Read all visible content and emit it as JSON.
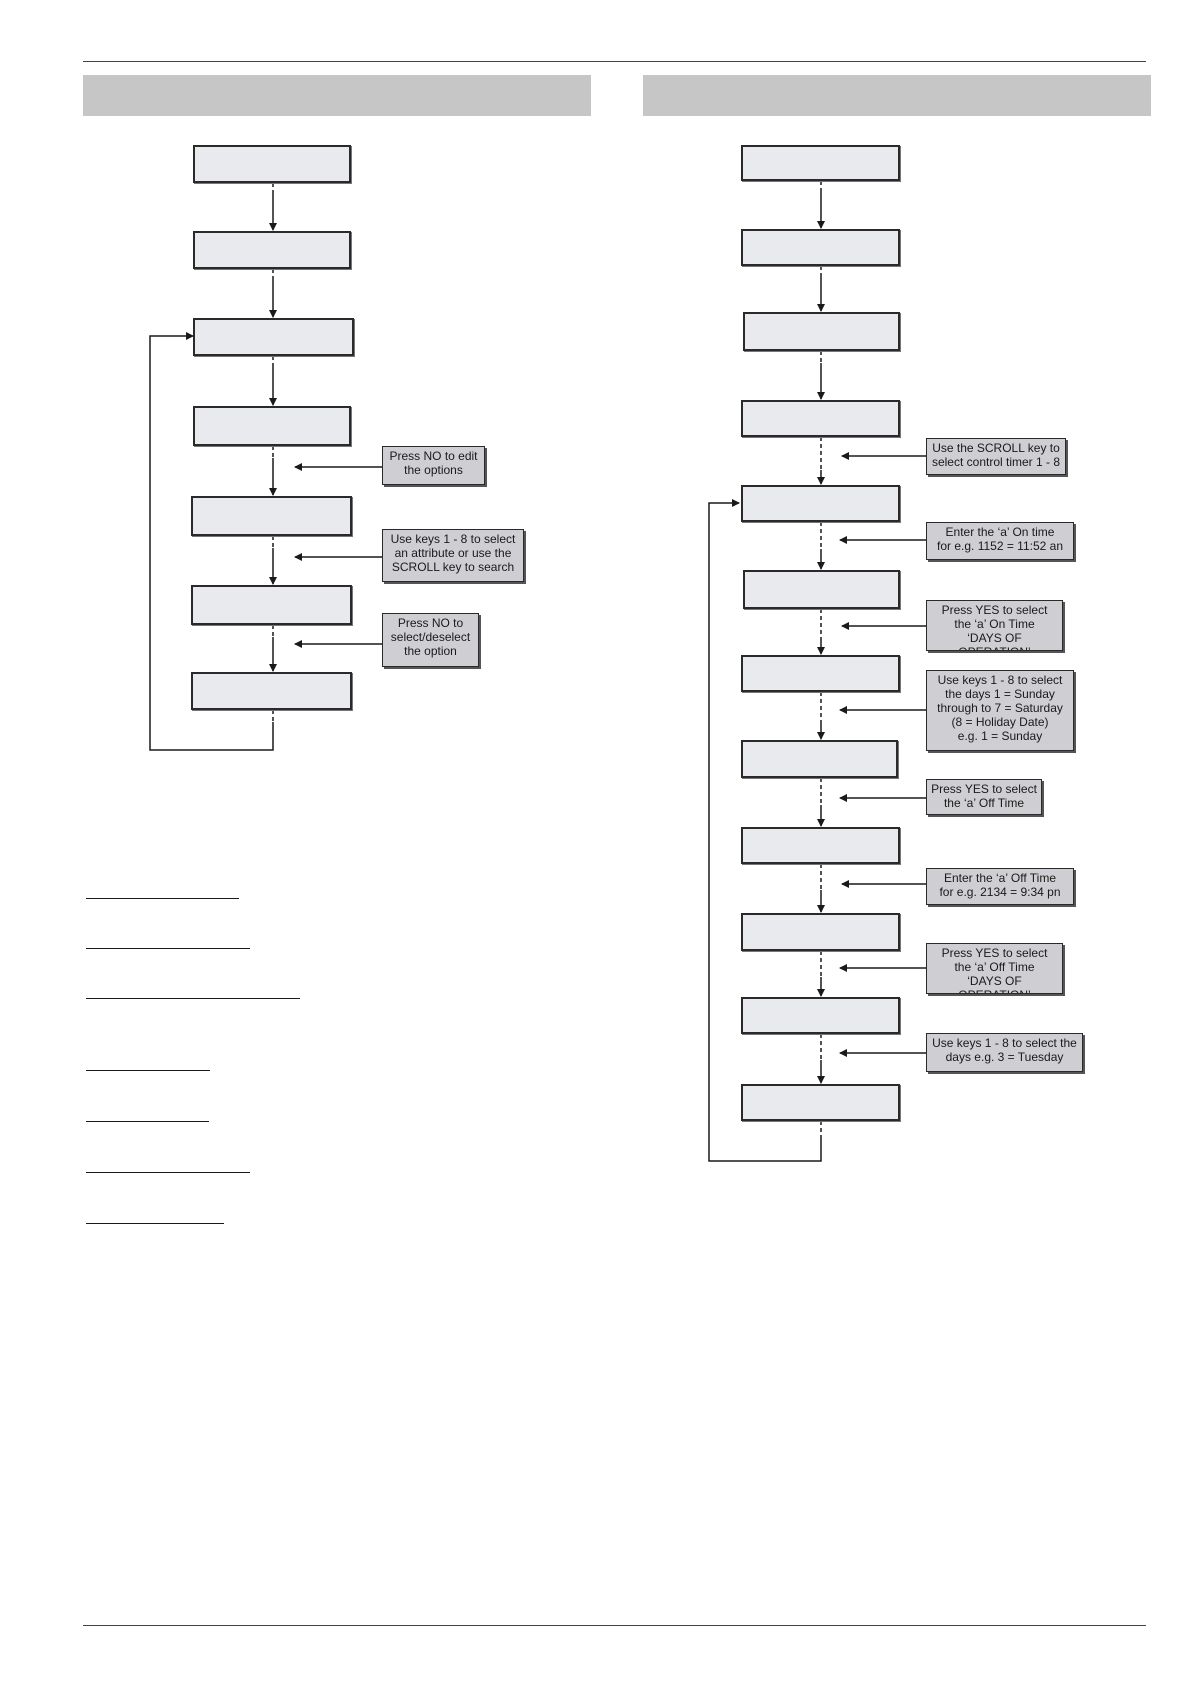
{
  "header": {
    "left_title": "",
    "right_title": ""
  },
  "left_flow": {
    "notes": [
      "Press NO to edit\nthe options",
      "Use keys 1 - 8 to select\nan attribute or use the\nSCROLL key to search",
      "Press NO to\nselect/deselect\nthe option"
    ]
  },
  "right_flow": {
    "notes": [
      "Use the SCROLL key to\nselect control timer 1 - 8",
      "Enter the ‘a’ On time\nfor e.g. 1152 = 11:52 an",
      "Press YES to select\nthe ‘a’ On Time\n‘DAYS OF OPERATION’",
      "Use keys 1 - 8 to select\nthe days 1 = Sunday\nthrough to 7 = Saturday\n(8 = Holiday Date)\ne.g. 1 = Sunday",
      "Press YES to select\nthe ‘a’ Off Time",
      "Enter the ‘a’ Off Time\nfor e.g. 2134 = 9:34 pn",
      "Press YES to select\nthe ‘a’ Off Time\n‘DAYS OF OPERATION’",
      "Use keys 1 - 8 to select the\ndays e.g. 3 = Tuesday"
    ]
  }
}
